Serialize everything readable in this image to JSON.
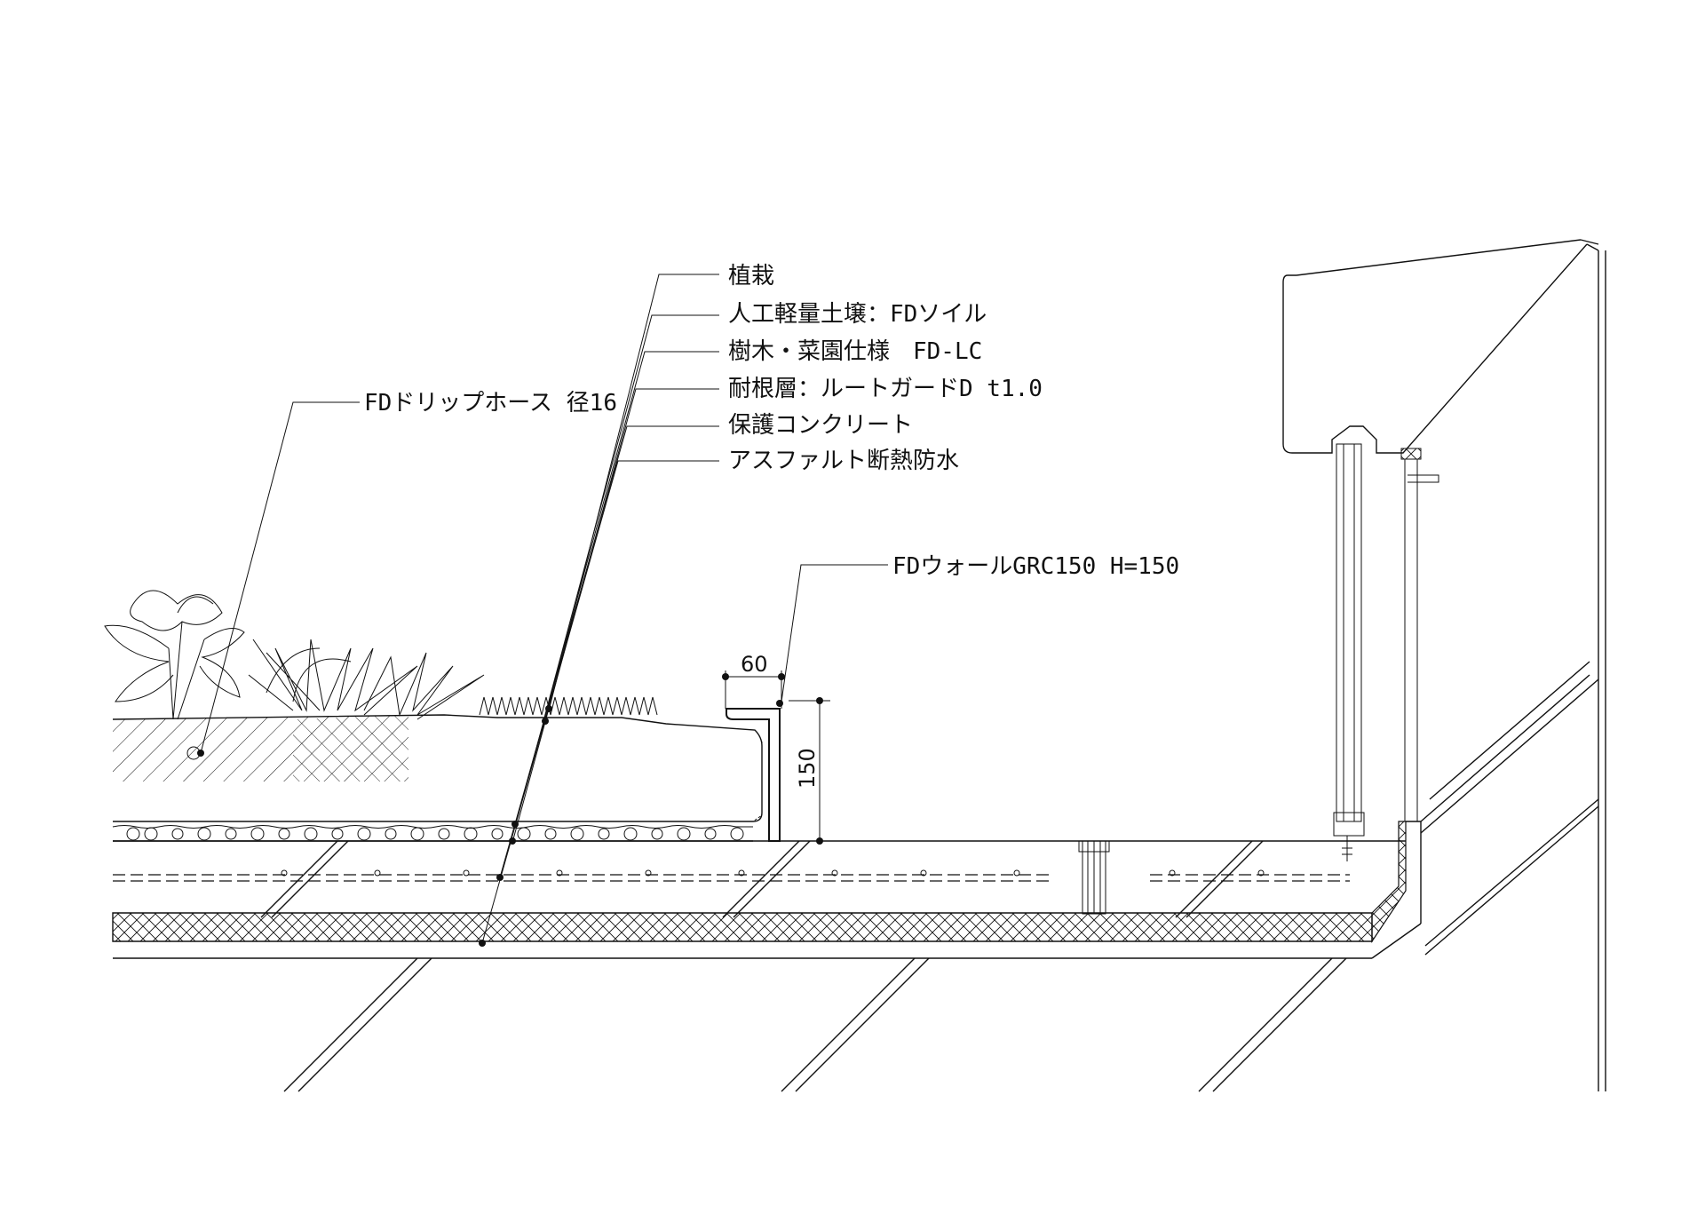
{
  "leaders": [
    {
      "id": "planting",
      "text": "植栽"
    },
    {
      "id": "soil",
      "text": "人工軽量土壌：FDソイル"
    },
    {
      "id": "tree-spec",
      "text": "樹木・菜園仕様　FD-LC"
    },
    {
      "id": "root-layer",
      "text": "耐根層：ルートガードD t1.0"
    },
    {
      "id": "protect-concrete",
      "text": "保護コンクリート"
    },
    {
      "id": "waterproof",
      "text": "アスファルト断熱防水"
    }
  ],
  "drip_hose": {
    "text": "FDドリップホース 径16"
  },
  "wall": {
    "text": "FDウォールGRC150 H=150"
  },
  "dimensions": {
    "width_60": "60",
    "height_150": "150"
  },
  "colors": {
    "line": "#111111",
    "background": "#ffffff"
  }
}
